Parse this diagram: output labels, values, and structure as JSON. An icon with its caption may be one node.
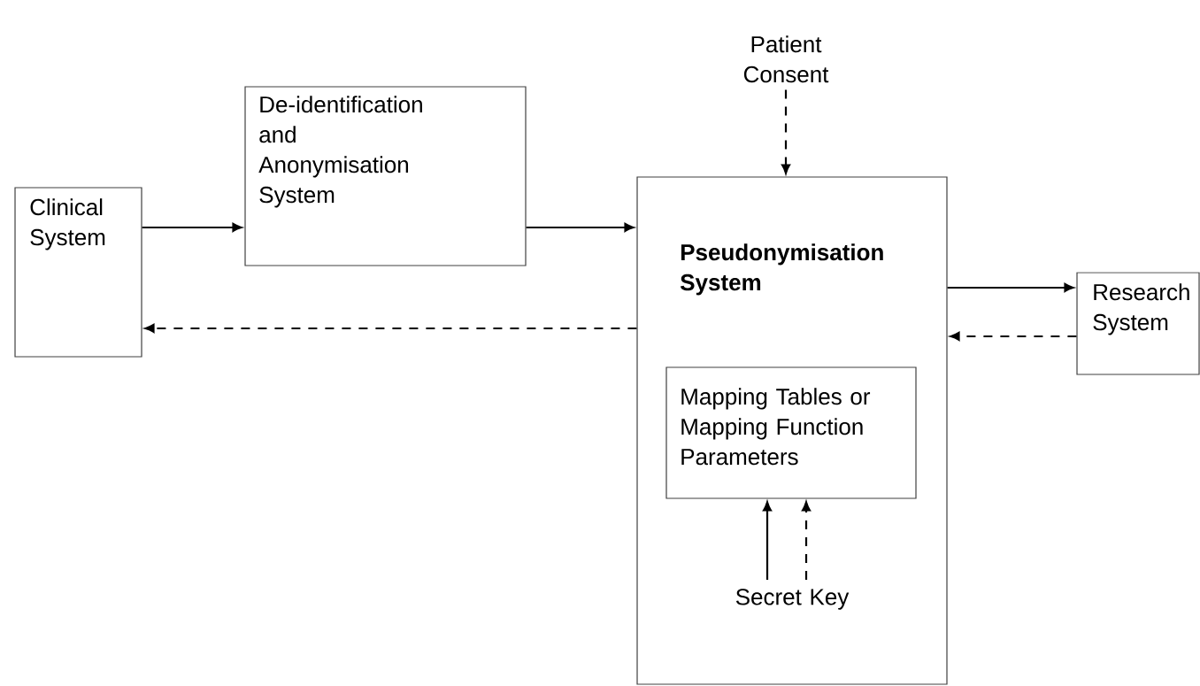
{
  "diagram": {
    "nodes": [
      {
        "text": [
          "Clinical System"
        ]
      },
      {
        "text": [
          "De-identification and Anonymisation System"
        ]
      },
      {
        "text": [
          "Pseudonymisation System"
        ]
      },
      {
        "text": [
          "Mapping Tables or Mapping Function Parameters"
        ],
        "in": 2
      },
      {
        "text": [
          "Research System"
        ]
      },
      {
        "text": [
          "Patient Consent"
        ]
      },
      {
        "text": [
          "Secret Key"
        ],
        "in": 2
      }
    ],
    "edges": [
      {
        "from": 0,
        "to": 1,
        "arrow": "to"
      },
      {
        "from": 1,
        "to": 2,
        "arrow": "to"
      },
      {
        "from": 2,
        "to": 0,
        "arrow": "to",
        "style": "dashed"
      },
      {
        "from": 5,
        "to": 2,
        "arrow": "to",
        "style": "dashed"
      },
      {
        "from": 2,
        "to": 4,
        "arrow": "to"
      },
      {
        "from": 4,
        "to": 2,
        "arrow": "to",
        "style": "dashed"
      },
      {
        "from": 6,
        "to": 3,
        "arrow": "to"
      },
      {
        "from": 6,
        "to": 3,
        "arrow": "to",
        "style": "dashed"
      }
    ]
  }
}
